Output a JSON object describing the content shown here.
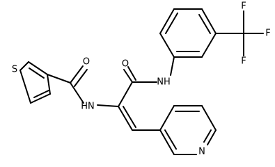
{
  "diagram": {
    "type": "chemical-structure",
    "atoms": {
      "s": "S",
      "o_amide1": "O",
      "nh_amide1": "HN",
      "o_amide2": "O",
      "nh_amide2": "NH",
      "n_pyridine": "N",
      "f1": "F",
      "f2": "F",
      "f3": "F"
    }
  }
}
